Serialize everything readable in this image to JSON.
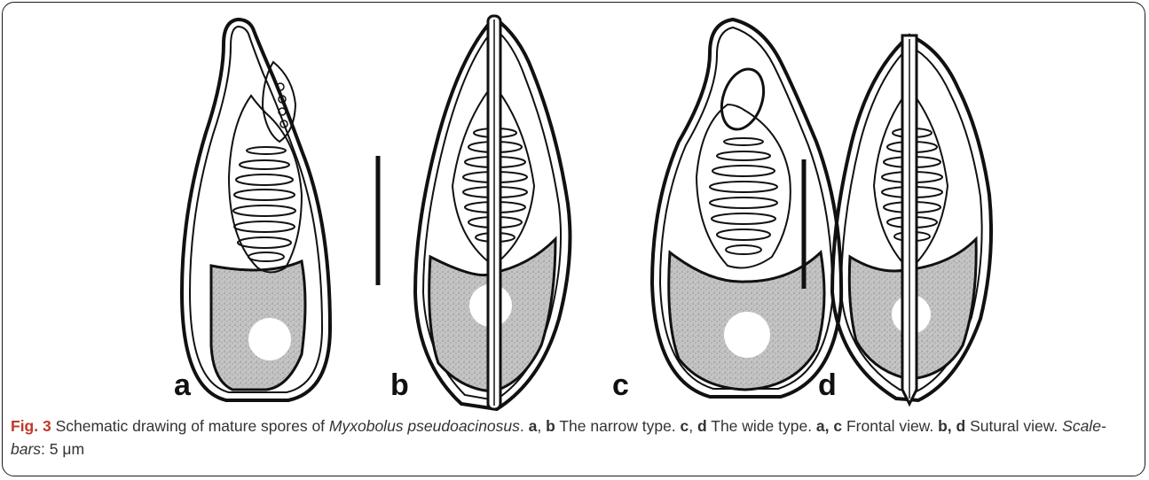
{
  "panels": [
    {
      "label": "a"
    },
    {
      "label": "b"
    },
    {
      "label": "c"
    },
    {
      "label": "d"
    }
  ],
  "caption": {
    "fig_label": "Fig. 3",
    "text_1": " Schematic drawing of mature spores of ",
    "species": "Myxobolus pseudoacinosus",
    "text_2": ". ",
    "l1": "a",
    "sep1": ", ",
    "l2": "b",
    "text_3": " The narrow type. ",
    "l3": "c",
    "sep2": ", ",
    "l4": "d",
    "text_4": " The wide type. ",
    "l5": "a, c",
    "text_5": " Frontal view. ",
    "l6": "b, d",
    "text_6": " Sutural view. ",
    "scale_label": "Scale-bars",
    "scale_value": ": 5 μm"
  },
  "colors": {
    "stipple": "#bdbdbd",
    "line": "#111111",
    "fig_label": "#c0392b"
  }
}
